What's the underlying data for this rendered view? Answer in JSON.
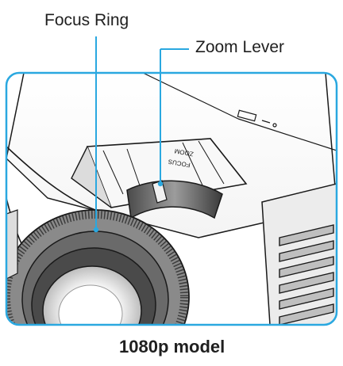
{
  "labels": {
    "focus_ring": "Focus Ring",
    "zoom_lever": "Zoom Lever"
  },
  "caption": "1080p model",
  "lens_markings": {
    "focus": "FOCUS",
    "zoom": "ZOOM"
  },
  "colors": {
    "frame_border": "#2aa8e0",
    "leader_line": "#2aa8e0",
    "device_outline": "#1a1a1a"
  }
}
